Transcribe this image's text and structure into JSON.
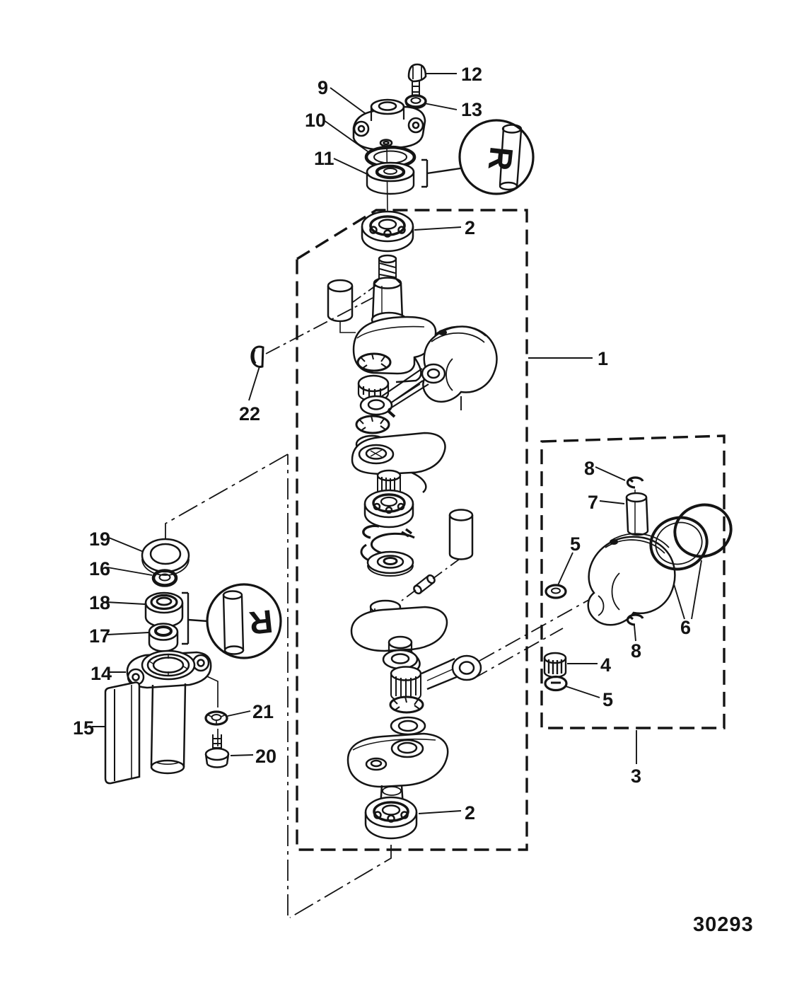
{
  "figure": {
    "drawing_number": "30293",
    "inset_marking": "R"
  },
  "callouts": {
    "n1": "1",
    "n2": "2",
    "n3": "3",
    "n4": "4",
    "n5": "5",
    "n6": "6",
    "n7": "7",
    "n8": "8",
    "n9": "9",
    "n10": "10",
    "n11": "11",
    "n12": "12",
    "n13": "13",
    "n14": "14",
    "n15": "15",
    "n16": "16",
    "n17": "17",
    "n18": "18",
    "n19": "19",
    "n20": "20",
    "n21": "21",
    "n22": "22"
  }
}
